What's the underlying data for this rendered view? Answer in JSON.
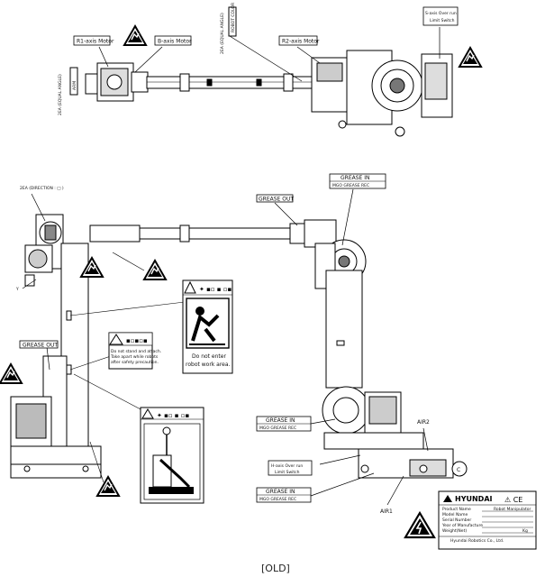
{
  "caption": "[OLD]",
  "top_view": {
    "r1_motor": "R1-axis Motor",
    "b_motor": "B-axis Motor",
    "r2_motor": "R2-axis Motor",
    "s_overrun_line1": "S-axis Over run",
    "s_overrun_line2": "Limit Switch",
    "angle_left": "2EA (EQUAL ANGLE)",
    "angle_mid": "2EA (EQUAL ANGLE)",
    "arrow_left": "ARM",
    "arrow_mid": "ROBOT COLOR"
  },
  "side_view": {
    "direction_label": "2EA (DIRECTION : □ )",
    "grease_out_left": "GREASE OUT",
    "grease_out_arm": "GREASE OUT",
    "grease_in_top": "GREASE IN",
    "grease_rec_top": "MGO GREASE REC",
    "grease_in_mid": "GREASE IN",
    "grease_rec_mid": "MGO GREASE REC",
    "grease_in_bot": "GREASE IN",
    "grease_rec_bot": "MGO GREASE REC",
    "h_overrun_line1": "H-axis Over run",
    "h_overrun_line2": "Limit Switch",
    "air1": "AIR1",
    "air2": "AIR2",
    "circle_c": "C",
    "label_y": "Y",
    "do_not_enter_1": "Do not enter",
    "do_not_enter_2": "robot work area.",
    "caution_1": "Do not stand and attach.",
    "caution_2": "Take apart while robots",
    "caution_3": "after safety precaution."
  },
  "nameplate": {
    "brand": "HYUNDAI",
    "rows": [
      "Product Name",
      "Model Name",
      "Serial Number",
      "Year of Manufacture",
      "Weight(Net)"
    ],
    "product_value": "Robot Manipulator",
    "weight_unit": "Kg",
    "company": "Hyundai Robotics Co., Ltd."
  }
}
